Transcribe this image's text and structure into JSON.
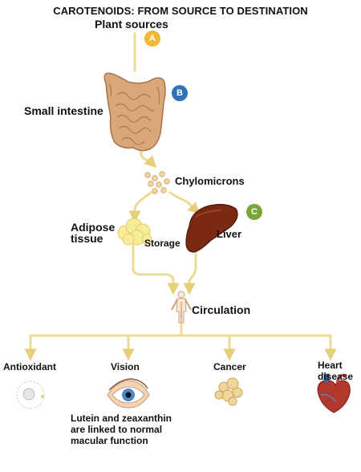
{
  "title": "CAROTENOIDS: FROM SOURCE TO DESTINATION",
  "nodes": {
    "plant_sources": "Plant sources",
    "small_intestine": "Small intestine",
    "chylomicrons": "Chylomicrons",
    "adipose_tissue_line1": "Adipose",
    "adipose_tissue_line2": "tissue",
    "storage": "Storage",
    "liver": "Liver",
    "circulation": "Circulation"
  },
  "badges": {
    "a": "A",
    "b": "B",
    "c": "C"
  },
  "destinations": {
    "antioxidant": "Antioxidant",
    "vision": "Vision",
    "cancer": "Cancer",
    "heart_disease_line1": "Heart",
    "heart_disease_line2": "disease"
  },
  "vision_note": {
    "line1": "Lutein and zeaxanthin",
    "line2": "are linked to normal",
    "line3": "macular function"
  },
  "colors": {
    "flow_line": "#f1e3a3",
    "flow_stroke": "#e6cf7a",
    "badge_a": "#f2b733",
    "badge_b": "#2e73b8",
    "badge_c": "#7aa63a",
    "liver": "#7a2a12",
    "intestine": "#d9a77a",
    "adipose": "#f6ec9a"
  }
}
